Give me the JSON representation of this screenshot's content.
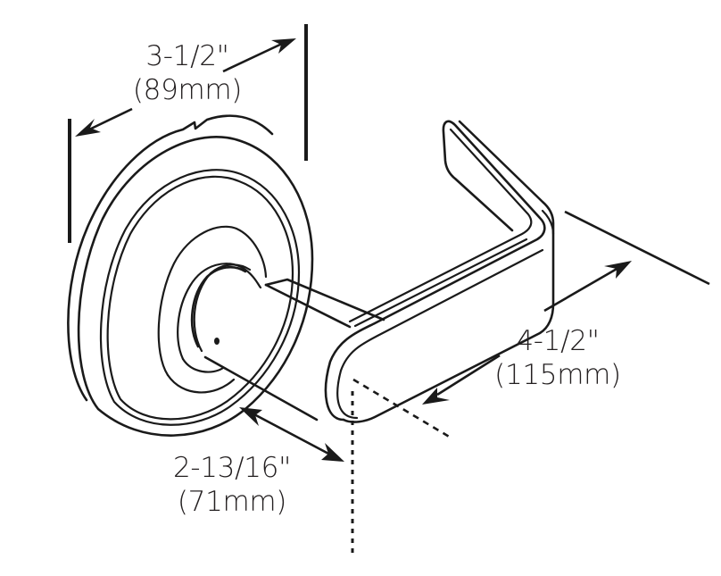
{
  "diagram": {
    "subject": "lever handle with round rose",
    "line_color": "#1a1a1a",
    "text_color": "#231f20",
    "background": "#ffffff"
  },
  "dimensions": {
    "rose_diameter": {
      "imperial": "3-1/2\"",
      "metric": "(89mm)"
    },
    "lever_length": {
      "imperial": "4-1/2\"",
      "metric": "(115mm)"
    },
    "projection": {
      "imperial": "2-13/16\"",
      "metric": "(71mm)"
    }
  }
}
